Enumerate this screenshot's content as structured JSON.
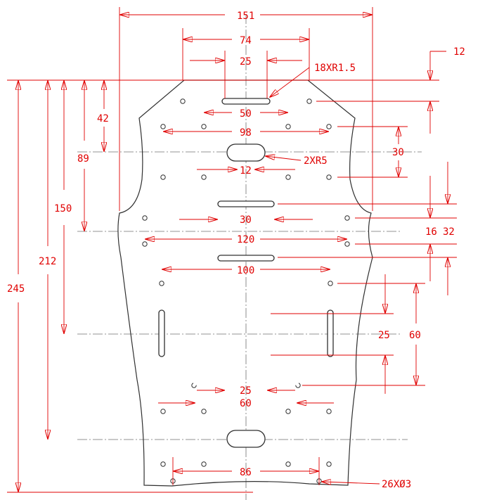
{
  "colors": {
    "dimension": "#e00000",
    "outline": "#303030",
    "centerline": "#707070",
    "background": "#ffffff"
  },
  "dimensions": {
    "width_overall": "151",
    "top_span": "74",
    "top_gap": "25",
    "hole_note": "18XR1.5",
    "top_offset_right": "12",
    "row1_span": "50",
    "row2_span": "98",
    "top_to_center_slot": "42",
    "top_to_row3": "89",
    "center_slot_to_row": "30",
    "slot_radius_note": "2XR5",
    "slot_width": "12",
    "top_to_mid": "150",
    "mid_slot_length": "30",
    "mid_span": "120",
    "right_16": "16",
    "right_32": "32",
    "top_to_lower": "212",
    "lower_span": "100",
    "overall_height": "245",
    "center_25": "25",
    "center_60": "60",
    "lower_gap": "25",
    "lower_span2": "60",
    "bottom_span": "86",
    "bottom_hole_note": "26XØ3"
  }
}
